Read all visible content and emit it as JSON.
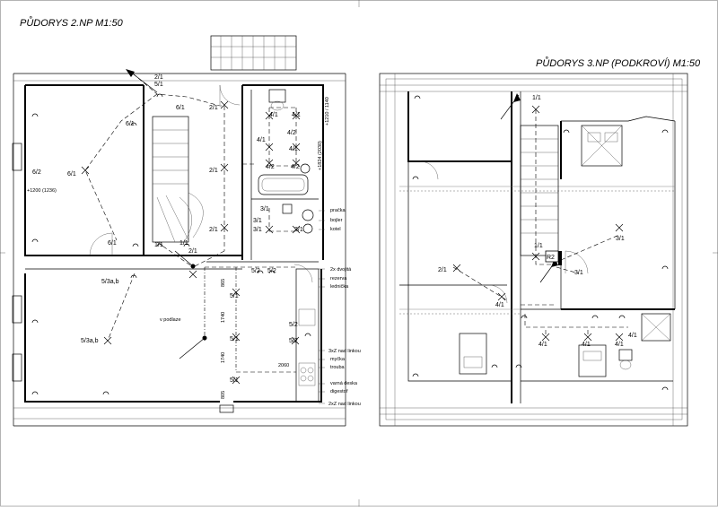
{
  "sheet": {
    "left_title": "PŮDORYS 2.NP  M1:50",
    "right_title": "PŮDORYS 3.NP (PODKROVÍ) M1:50"
  },
  "plan2": {
    "circuit_labels": [
      "2/1",
      "5/1",
      "6/1",
      "2/1",
      "6/1",
      "6/1",
      "6/2",
      "6/1",
      "1/1",
      "1/1",
      "2/1",
      "2/1",
      "2/1",
      "4/1",
      "4/1",
      "4/1",
      "4/2",
      "4/1",
      "4/2",
      "4/2",
      "3/1",
      "3/1",
      "3/1",
      "3/1",
      "5/2",
      "5/2",
      "5/1",
      "5/1",
      "5/1",
      "5/2",
      "5/2",
      "5/3a,b",
      "5/3a,b"
    ],
    "heights": [
      "+1200 (1236)",
      "+1824 (2030)",
      "+1210 / 1140"
    ],
    "dimensions": [
      "865",
      "1740",
      "1740",
      "805",
      "2060"
    ],
    "floor_note": "v podlaze",
    "appliances": [
      "pračka",
      "bojler",
      "kotel",
      "2x dvojitá",
      "rezerva",
      "lednička",
      "3xZ nad linkou",
      "myčka",
      "trouba",
      "varná deska",
      "digestoř",
      "2xZ nad linkou"
    ]
  },
  "plan3": {
    "circuit_labels": [
      "1/1",
      "1/1",
      "2/1",
      "3/1",
      "3/1",
      "4/1",
      "4/1",
      "4/1",
      "4/1",
      "4/1"
    ],
    "panel": "R2"
  }
}
